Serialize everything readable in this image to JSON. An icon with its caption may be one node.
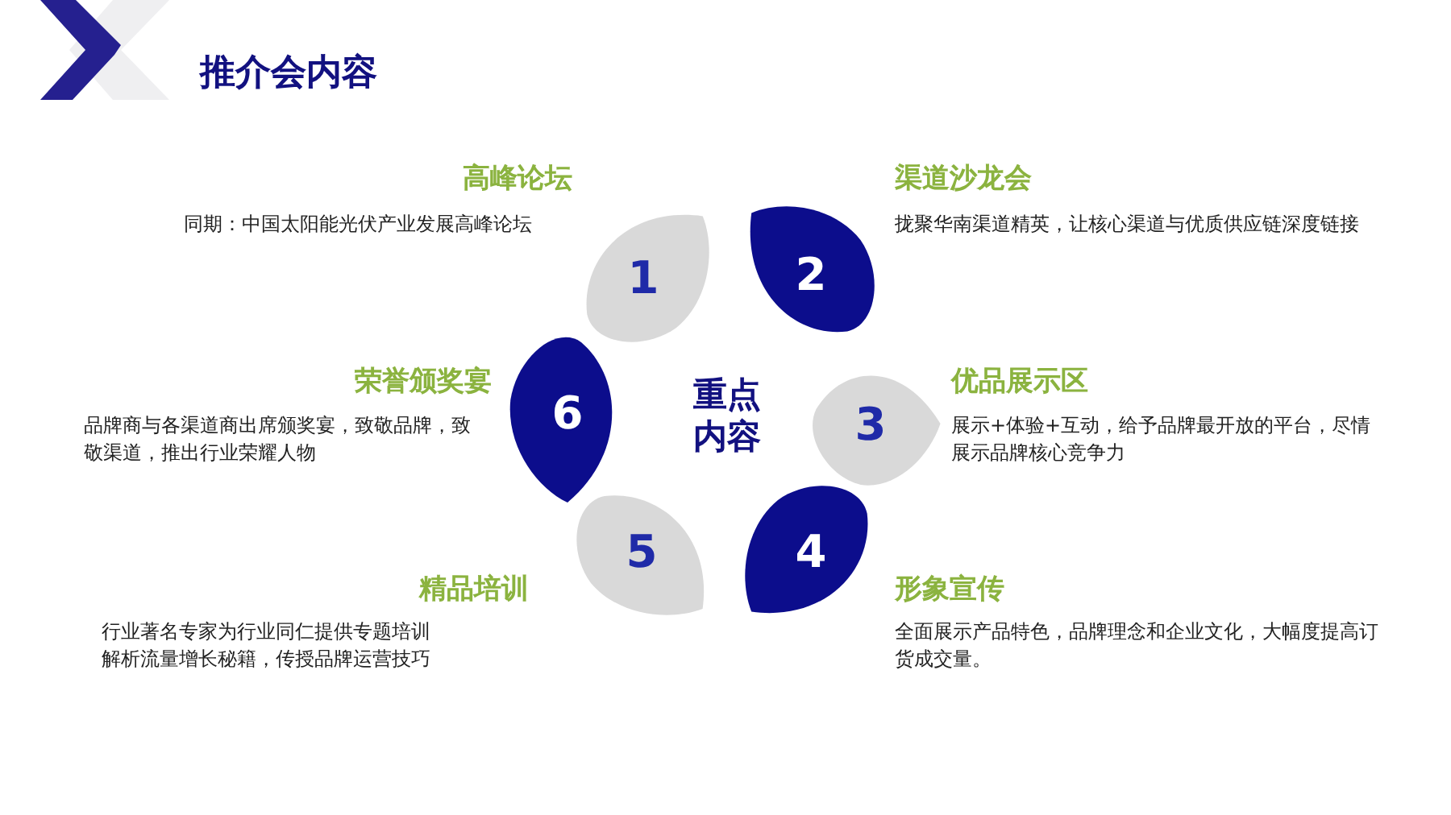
{
  "diagram": {
    "title": "推介会内容",
    "nodes": [
      {
        "text": [
          "1"
        ],
        "beside": [
          "高峰论坛",
          "同期：中国太阳能光伏产业发展高峰论坛"
        ]
      },
      {
        "text": [
          "2"
        ],
        "beside": [
          "渠道沙龙会",
          "拢聚华南渠道精英，让核心渠道与优质供应链深度链接"
        ]
      },
      {
        "text": [
          "3"
        ],
        "beside": [
          "优品展示区",
          "展示+体验+互动，给予品牌最开放的平台，尽情展示品牌核心竞争力"
        ]
      },
      {
        "text": [
          "4"
        ],
        "beside": [
          "形象宣传",
          "全面展示产品特色，品牌理念和企业文化，大幅度提高订货成交量。"
        ]
      },
      {
        "text": [
          "5"
        ],
        "beside": [
          "精品培训",
          "行业著名专家为行业同仁提供专题培训解析流量增长秘籍，传授品牌运营技巧"
        ]
      },
      {
        "text": [
          "6"
        ],
        "beside": [
          "荣誉颁奖宴",
          "品牌商与各渠道商出席颁奖宴，致敬品牌，致敬渠道，推出行业荣耀人物"
        ]
      }
    ],
    "labels": [
      "重点内容"
    ]
  }
}
